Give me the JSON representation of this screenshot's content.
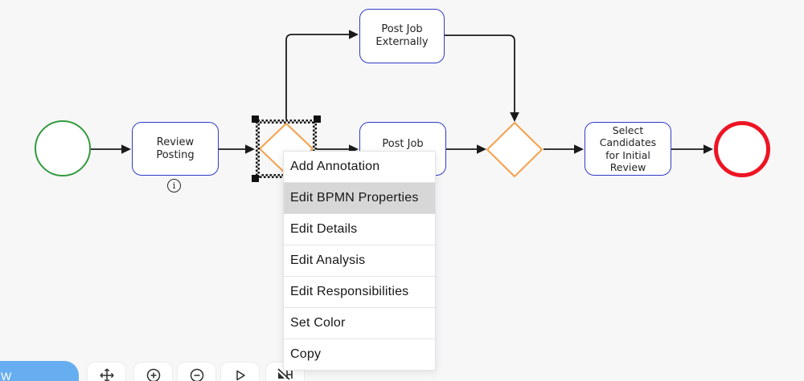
{
  "colors": {
    "canvas_bg": "#f7f7f8",
    "task_border": "#2e3bc7",
    "gateway_stroke": "#f5a04a",
    "start_stroke": "#339a3e",
    "end_stroke": "#ee1423",
    "connector": "#1a1a1a",
    "menu_highlight": "#d7d7d7",
    "toolbar_button_bg": "#ffffff",
    "bottom_button_bg": "#66aef0"
  },
  "diagram": {
    "start_event": {
      "type": "start-event"
    },
    "tasks": {
      "review_posting": {
        "label": "Review\nPosting"
      },
      "post_job": {
        "label": "Post Job"
      },
      "post_job_externally": {
        "label": "Post Job\nExternally"
      },
      "select_candidates": {
        "label": "Select\nCandidates\nfor Initial\nReview"
      }
    },
    "gateways": {
      "selected_gateway": {
        "selected": true
      },
      "merge_gateway": {}
    },
    "end_event": {
      "type": "end-event"
    },
    "info_marker": "i"
  },
  "context_menu": {
    "items": [
      "Add Annotation",
      "Edit BPMN Properties",
      "Edit Details",
      "Edit Analysis",
      "Edit Responsibilities",
      "Set Color",
      "Copy"
    ],
    "highlighted_item": "Edit BPMN Properties"
  },
  "toolbar": {
    "buttons": [
      {
        "icon": "pan-icon"
      },
      {
        "icon": "zoom-in-icon"
      },
      {
        "icon": "zoom-out-icon"
      },
      {
        "icon": "play-icon"
      },
      {
        "icon": "overview-toggle-icon"
      }
    ]
  },
  "bottom_left_button": {
    "partial_label": "W"
  }
}
